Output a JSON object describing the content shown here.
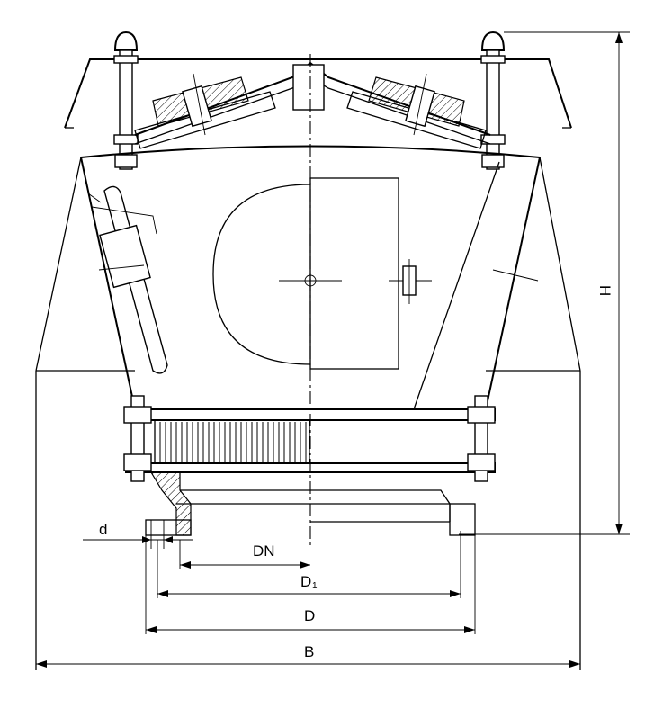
{
  "dimensions": {
    "d": "d",
    "DN": "DN",
    "D1_main": "D",
    "D1_sub": "1",
    "D": "D",
    "B": "B",
    "H": "H"
  }
}
